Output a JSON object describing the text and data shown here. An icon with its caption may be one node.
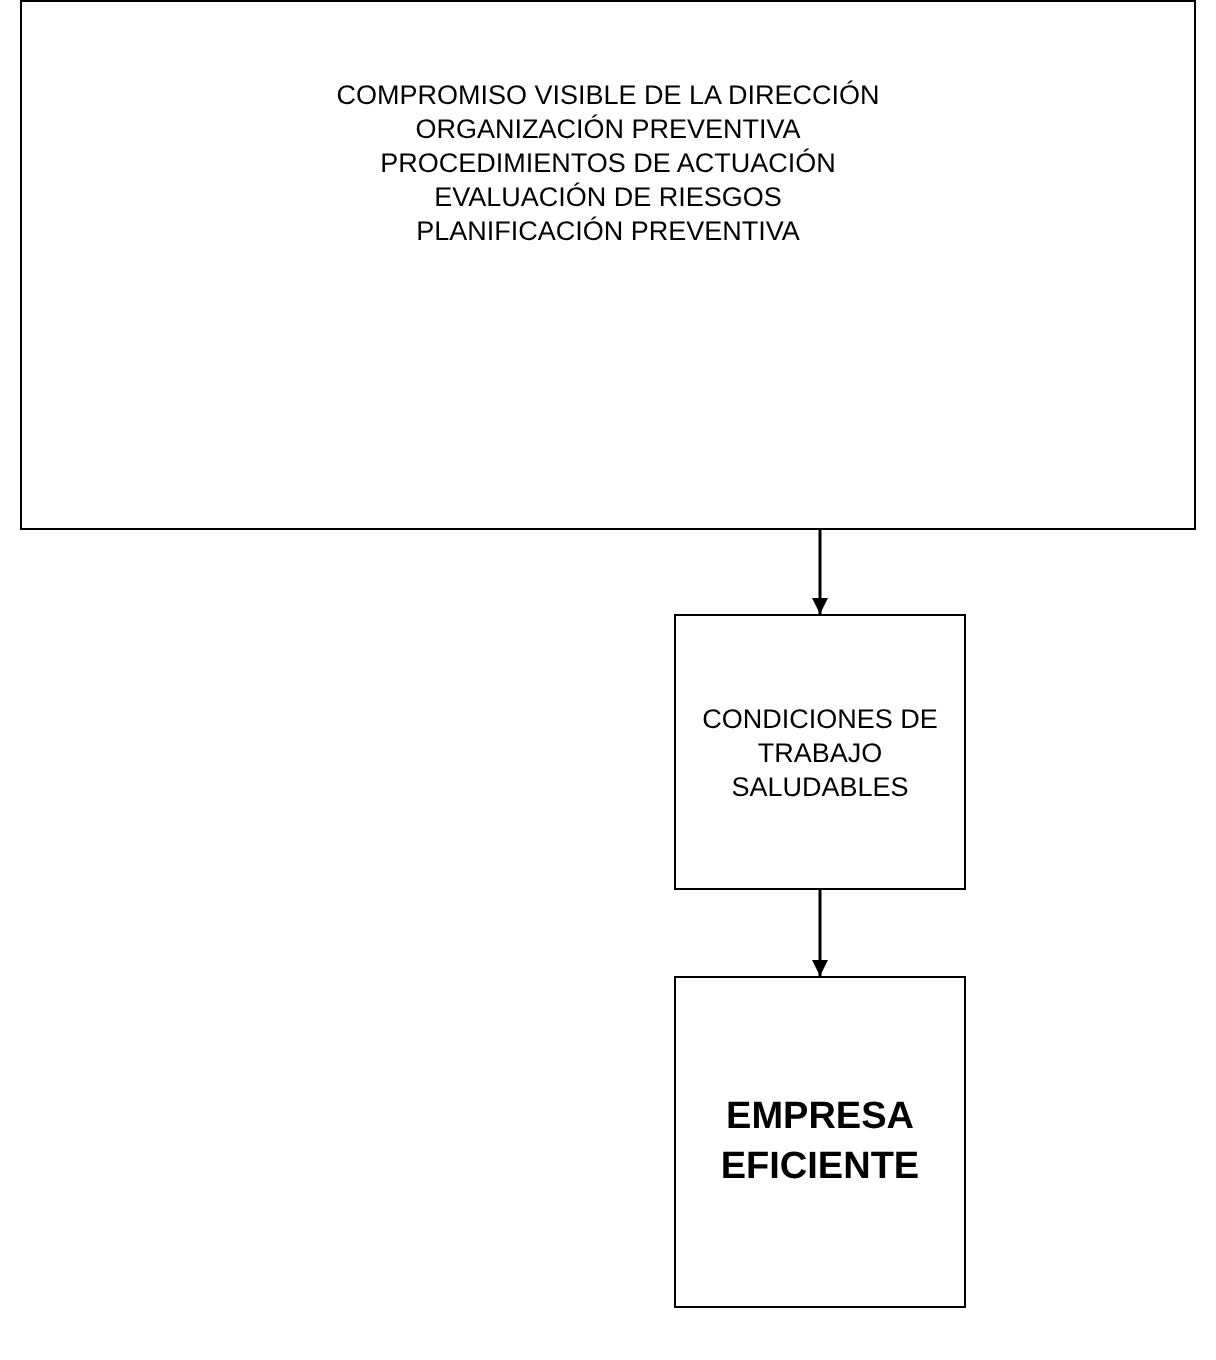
{
  "diagram": {
    "nodes": [
      {
        "text": [
          "COMPROMISO VISIBLE DE LA DIRECCIÓN",
          "ORGANIZACIÓN PREVENTIVA",
          "PROCEDIMIENTOS DE ACTUACIÓN",
          "EVALUACIÓN DE RIESGOS",
          "PLANIFICACIÓN PREVENTIVA"
        ]
      },
      {
        "text": [
          "CONDICIONES DE TRABAJO SALUDABLES"
        ]
      },
      {
        "text": [
          "EMPRESA EFICIENTE"
        ]
      }
    ],
    "edges": [
      {
        "from": 0,
        "to": 1,
        "arrow": "to"
      },
      {
        "from": 1,
        "to": 2,
        "arrow": "to"
      }
    ]
  }
}
